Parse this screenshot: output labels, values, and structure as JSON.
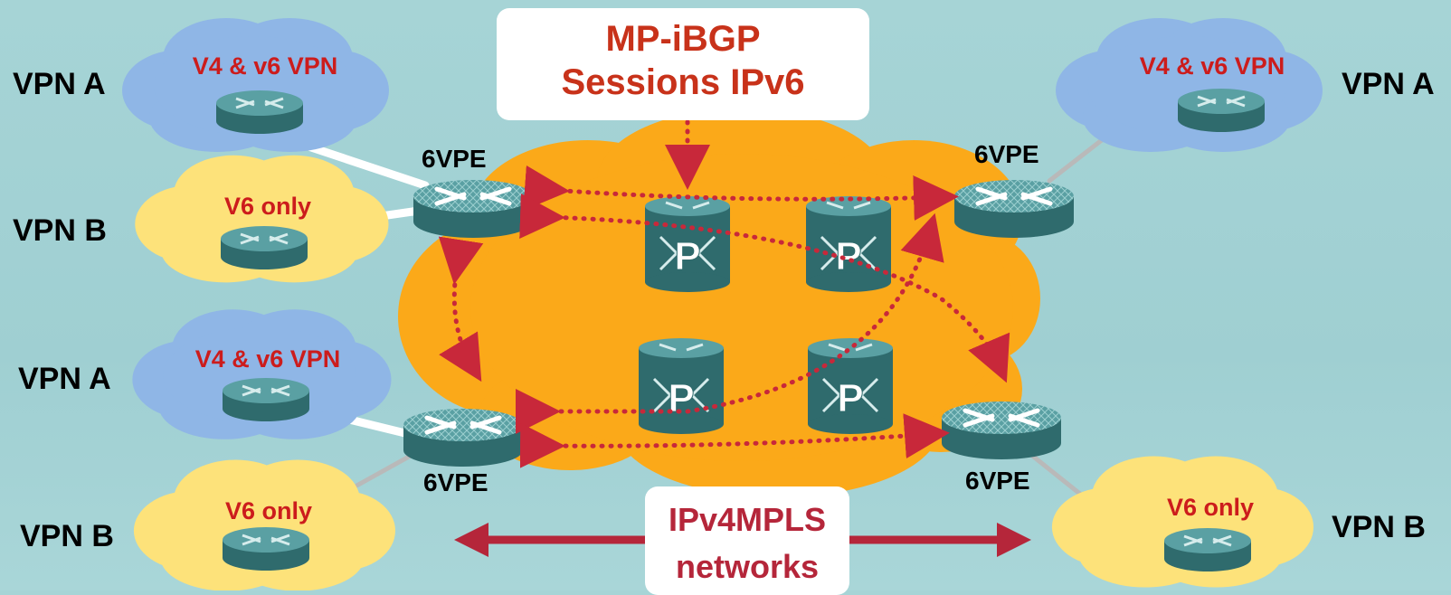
{
  "title": {
    "line1": "MP-iBGP",
    "line2": "Sessions IPv6"
  },
  "core": {
    "line1": "IPv4MPLS",
    "line2": "networks"
  },
  "vpns": [
    {
      "label": "VPN A",
      "cloud_text": "V4 & v6 VPN"
    },
    {
      "label": "VPN B",
      "cloud_text": "V6 only"
    },
    {
      "label": "VPN A",
      "cloud_text": "V4 & v6 VPN"
    },
    {
      "label": "VPN B",
      "cloud_text": "V6 only"
    },
    {
      "label": "VPN A",
      "cloud_text": "V4 & v6 VPN"
    },
    {
      "label": "VPN B",
      "cloud_text": "V6 only"
    }
  ],
  "pe_routers": [
    "6VPE",
    "6VPE",
    "6VPE",
    "6VPE"
  ],
  "p_routers": [
    "P",
    "P",
    "P",
    "P"
  ],
  "colors": {
    "background": "#a6d4d6",
    "core_cloud": "#fba919",
    "blue_cloud": "#8fb6e6",
    "yellow_cloud": "#fde27a",
    "router_top": "#5aa0a3",
    "router_body": "#2f6b6d",
    "session_dots": "#c8283a",
    "title_text": "#c8321a",
    "cloud_text": "#cc1c1c",
    "core_arrow": "#b5263a"
  }
}
